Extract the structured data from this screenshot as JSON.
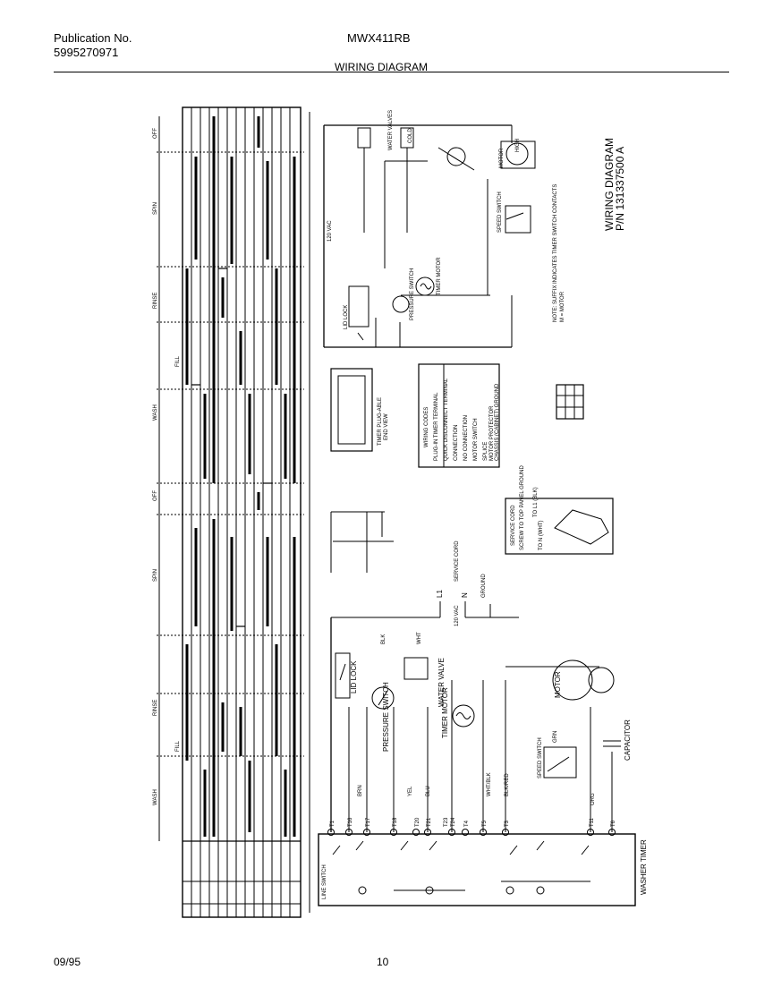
{
  "header": {
    "publication_label": "Publication No.",
    "publication_number": "5995270971",
    "model": "MWX411RB",
    "title": "WIRING DIAGRAM"
  },
  "footer": {
    "date": "09/95",
    "page": "10"
  },
  "upper_diagram": {
    "title_line1": "WIRING DIAGRAM",
    "title_line2": "P/N 131337500 A",
    "voltage": "120 VAC",
    "water_valves": "WATER VALVES",
    "cold": "COLD",
    "lid_lock": "LID LOCK",
    "pressure_switch": "PRESSURE SWITCH",
    "timer_motor": "TIMER MOTOR",
    "motor": "MOTOR",
    "high": "HIGH",
    "speed_switch": "SPEED SWITCH",
    "note": "NOTE: SUFFIX INDICATES TIMER SWITCH CONTACTS",
    "note_m": "M = MOTOR",
    "plug_view_line1": "TIMER PLUG-ABLE",
    "plug_view_line2": "END VIEW"
  },
  "wiring_codes": {
    "title": "WIRING CODES",
    "items": [
      "PLUG-IN TIMER TERMINAL",
      "QUICK DISCONNECT TERMINAL",
      "CONNECTION",
      "NO CONNECTION",
      "MOTOR SWITCH",
      "SPLICE",
      "MOTOR PROTECTOR",
      "CHASSIS (CABINET) GROUND"
    ]
  },
  "timing": {
    "off": "OFF",
    "spin": "SPIN",
    "wash": "WASH",
    "rinse": "RINSE",
    "fill": "FILL"
  },
  "service_cord": {
    "label": "SERVICE CORD",
    "l1": "L1",
    "n": "N",
    "ground": "GROUND",
    "vac": "120 VAC",
    "box_title": "SERVICE CORD",
    "to_l1": "TO L1 (BLK)",
    "to_n": "TO N (WHT)",
    "screw": "SCREW TO TOP PANEL GROUND"
  },
  "lower_diagram": {
    "lid_lock": "LID LOCK",
    "pressure_switch": "PRESSURE SWITCH",
    "water_valve": "WATER VALVE",
    "timer_motor": "TIMER MOTOR",
    "motor": "MOTOR",
    "speed_switch": "SPEED SWITCH",
    "capacitor": "CAPACITOR",
    "washer_timer": "WASHER TIMER",
    "line_switch": "LINE SWITCH",
    "blk": "BLK",
    "wht": "WHT",
    "blu": "BLU",
    "yel": "YEL",
    "org": "ORG",
    "grn": "GRN",
    "brn": "BRN",
    "wht_blk": "WHT/BLK",
    "blk_red": "BLK/RED"
  },
  "terminals": [
    "T1",
    "T16",
    "T17",
    "T18",
    "T20",
    "T21",
    "T23",
    "T24",
    "T4",
    "T5",
    "T3",
    "T11",
    "T6"
  ]
}
